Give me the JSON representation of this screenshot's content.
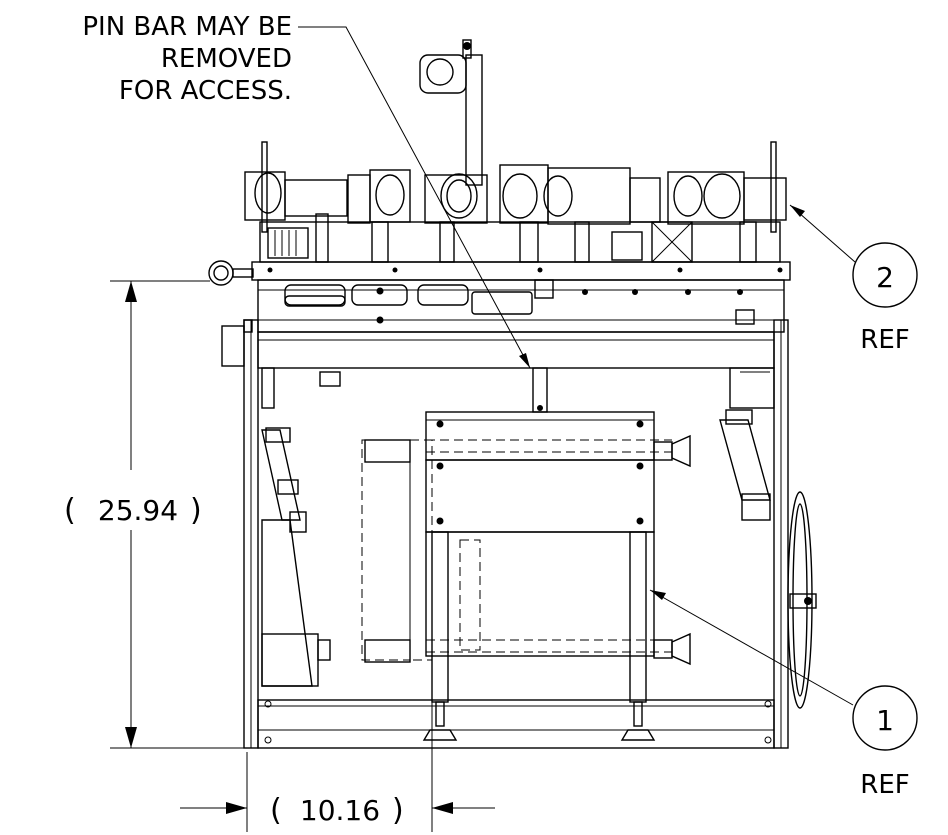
{
  "notes": {
    "pin_bar_line1": "PIN BAR MAY BE",
    "pin_bar_line2": "REMOVED",
    "pin_bar_line3": "FOR ACCESS."
  },
  "balloons": [
    {
      "number": "2",
      "ref": "REF"
    },
    {
      "number": "1",
      "ref": "REF"
    }
  ],
  "dimensions": {
    "height": "25.94",
    "width": "10.16"
  }
}
